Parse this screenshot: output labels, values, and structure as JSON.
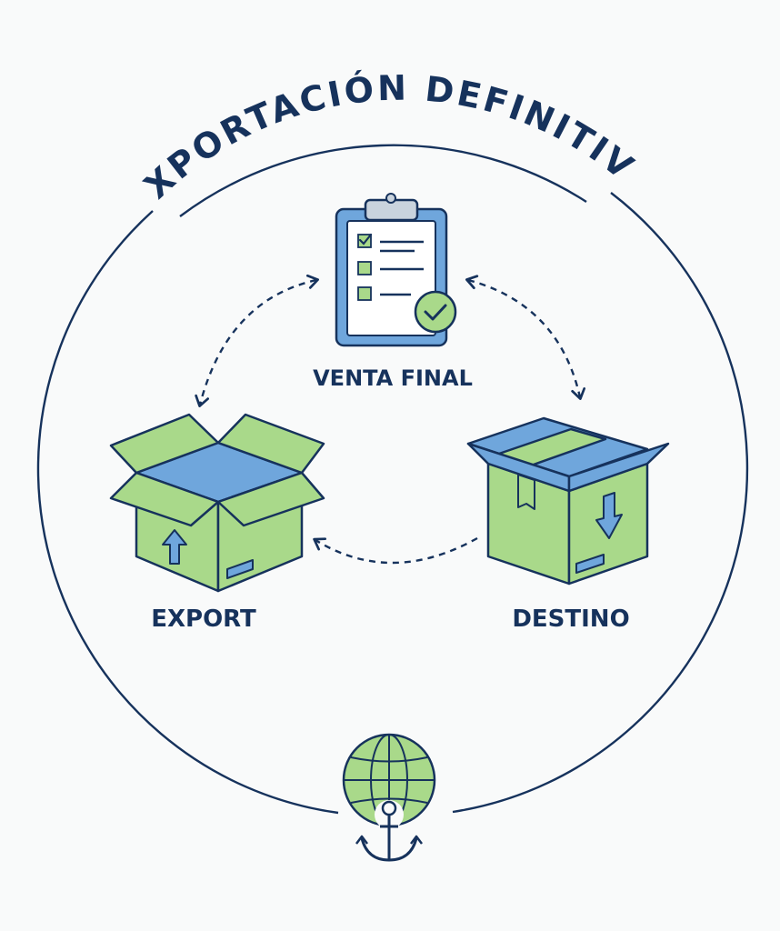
{
  "title": "EXPORTACIÓN DEFINITIVA",
  "nodes": {
    "top": {
      "label": "VENTA FINAL",
      "icon": "clipboard-checklist-icon"
    },
    "left": {
      "label": "EXPORT",
      "icon": "open-box-up-arrow-icon"
    },
    "right": {
      "label": "DESTINO",
      "icon": "box-down-arrow-icon"
    },
    "bottom": {
      "icon": "globe-anchor-icon"
    }
  },
  "colors": {
    "navy": "#16325c",
    "green": "#a9d98a",
    "blue": "#6fa6dc",
    "light_blue": "#dbe8f6",
    "background": "#f9fafa"
  }
}
